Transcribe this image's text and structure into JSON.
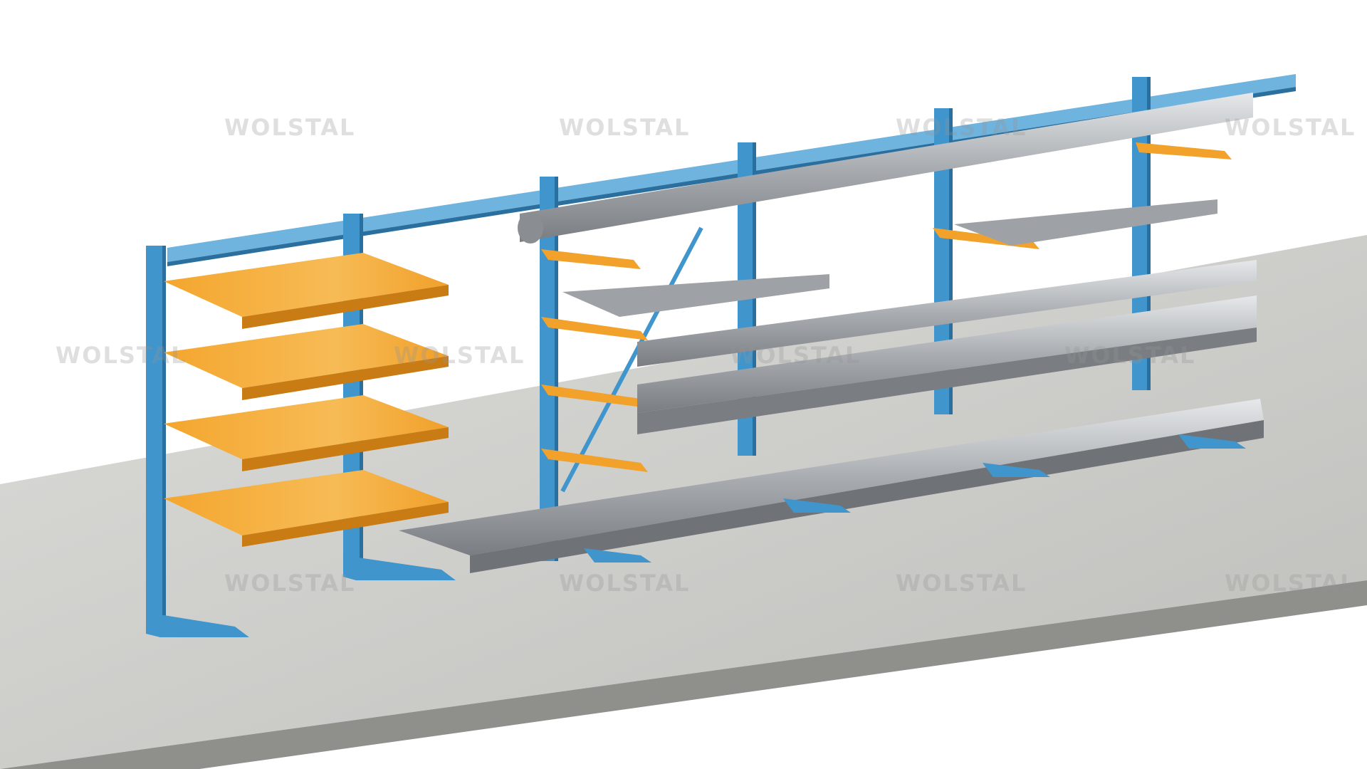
{
  "watermark_text": "WOLSTAL",
  "colors": {
    "background": "#ffffff",
    "floor": "#cfcfcc",
    "floor_edge": "#8a8a88",
    "frame_blue": "#3f95cc",
    "frame_blue_dark": "#2a6f9e",
    "arm_orange": "#f2a12b",
    "arm_orange_dark": "#c97b14",
    "steel": "#b9bcbf",
    "steel_dark": "#6f7377"
  },
  "objects": {
    "floor": "concrete-floor",
    "rack_left": "cantilever-rack-with-orange-shelves",
    "rack_right": "cantilever-rack-with-steel-pipes-and-profiles",
    "top_beam": "blue-connecting-beam"
  }
}
